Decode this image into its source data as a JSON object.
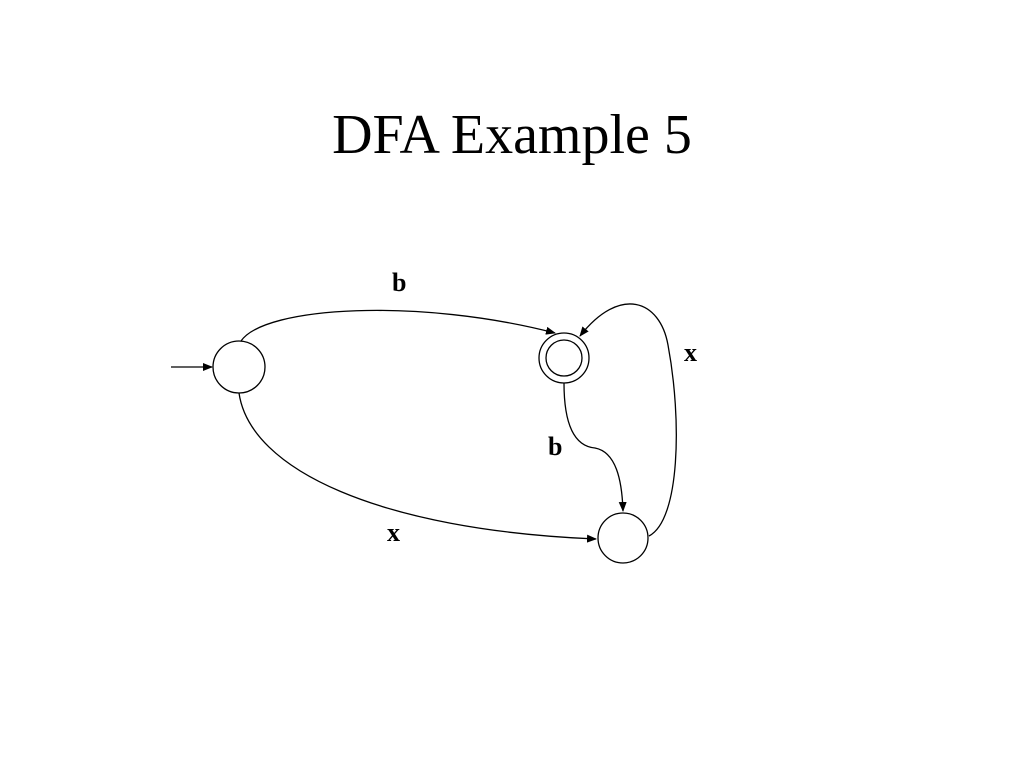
{
  "slide": {
    "title": "DFA Example 5"
  },
  "diagram": {
    "states": [
      {
        "id": "q0",
        "start": true,
        "accepting": false
      },
      {
        "id": "q1",
        "start": false,
        "accepting": true
      },
      {
        "id": "q2",
        "start": false,
        "accepting": false
      }
    ],
    "transitions": [
      {
        "from": "q0",
        "to": "q1",
        "label": "b"
      },
      {
        "from": "q0",
        "to": "q2",
        "label": "x"
      },
      {
        "from": "q1",
        "to": "q2",
        "label": "b"
      },
      {
        "from": "q2",
        "to": "q1",
        "label": "x"
      }
    ],
    "stroke_color": "#000000"
  }
}
